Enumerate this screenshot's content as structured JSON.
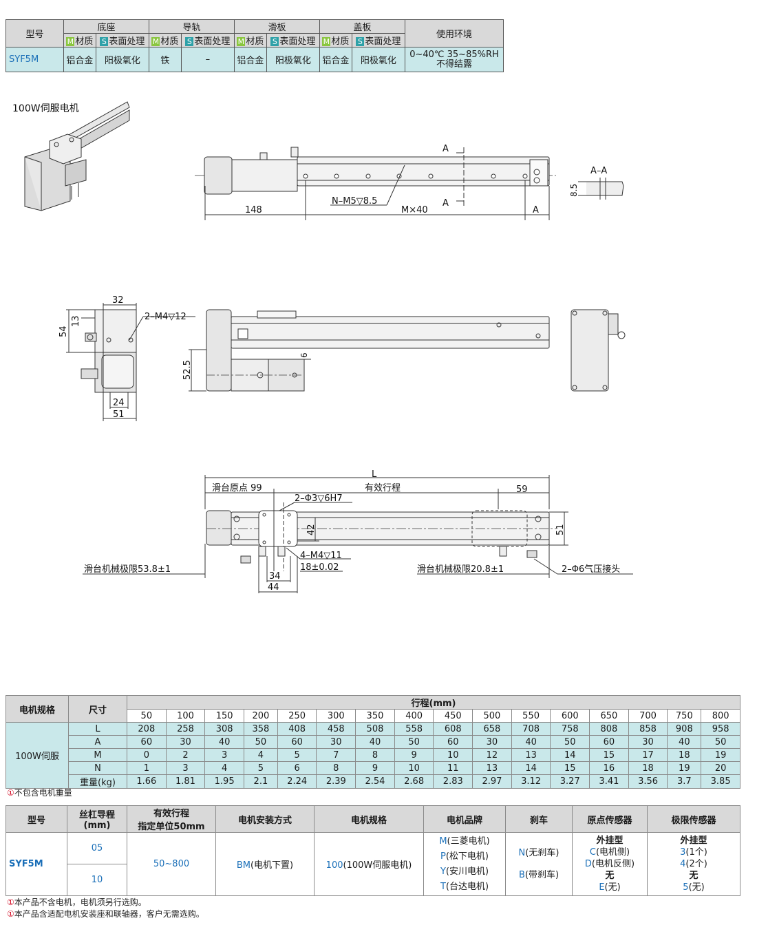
{
  "spec_table": {
    "col_model": "型号",
    "col_base": "底座",
    "col_rail": "导轨",
    "col_slider": "滑板",
    "col_cover": "盖板",
    "col_env": "使用环境",
    "badge_m": "M",
    "badge_s": "S",
    "sub_material": "材质",
    "sub_surface": "表面处理",
    "row": {
      "model": "SYF5M",
      "base_material": "铝合金",
      "base_surface": "阳极氧化",
      "rail_material": "铁",
      "rail_surface": "–",
      "slider_material": "铝合金",
      "slider_surface": "阳极氧化",
      "cover_material": "铝合金",
      "cover_surface": "阳极氧化",
      "env_line1": "0~40℃  35~85%RH",
      "env_line2": "不得结露"
    }
  },
  "drawing": {
    "title": "100W伺服电机",
    "view1": {
      "section_mark": "A",
      "section_label": "A–A",
      "dim_section": "8.5",
      "dim_148": "148",
      "dim_mx40": "M×40",
      "dim_a": "A",
      "hole_callout": "N–M5▽8.5"
    },
    "view2": {
      "dim_32": "32",
      "dim_13": "13",
      "dim_54": "54",
      "dim_24": "24",
      "dim_51": "51",
      "dim_52_5": "52.5",
      "dim_6": "6",
      "callout_m4": "2–M4▽12"
    },
    "view3": {
      "dim_l": "L",
      "origin_label": "滑台原点 99",
      "stroke_label": "有效行程",
      "dim_59": "59",
      "pin_callout": "2–Φ3▽6H7",
      "dim_42": "42",
      "dim_51": "51",
      "tap_callout": "4–M4▽11",
      "tol_callout": "18±0.02",
      "dim_34": "34",
      "dim_44": "44",
      "left_limit": "滑台机械极限53.8±1",
      "right_limit": "滑台机械极限20.8±1",
      "air_joint": "2–Φ6气压接头"
    }
  },
  "dim_table": {
    "col_motor": "电机规格",
    "col_size": "尺寸",
    "col_stroke": "行程(mm)",
    "strokes": [
      "50",
      "100",
      "150",
      "200",
      "250",
      "300",
      "350",
      "400",
      "450",
      "500",
      "550",
      "600",
      "650",
      "700",
      "750",
      "800"
    ],
    "motor": "100W伺服",
    "rows": [
      {
        "label": "L",
        "values": [
          "208",
          "258",
          "308",
          "358",
          "408",
          "458",
          "508",
          "558",
          "608",
          "658",
          "708",
          "758",
          "808",
          "858",
          "908",
          "958"
        ]
      },
      {
        "label": "A",
        "values": [
          "60",
          "30",
          "40",
          "50",
          "60",
          "30",
          "40",
          "50",
          "60",
          "30",
          "40",
          "50",
          "60",
          "30",
          "40",
          "50"
        ]
      },
      {
        "label": "M",
        "values": [
          "0",
          "2",
          "3",
          "4",
          "5",
          "7",
          "8",
          "9",
          "10",
          "12",
          "13",
          "14",
          "15",
          "17",
          "18",
          "19"
        ]
      },
      {
        "label": "N",
        "values": [
          "1",
          "3",
          "4",
          "5",
          "6",
          "8",
          "9",
          "10",
          "11",
          "13",
          "14",
          "15",
          "16",
          "18",
          "19",
          "20"
        ]
      },
      {
        "label": "重量(kg)",
        "values": [
          "1.66",
          "1.81",
          "1.95",
          "2.1",
          "2.24",
          "2.39",
          "2.54",
          "2.68",
          "2.83",
          "2.97",
          "3.12",
          "3.27",
          "3.41",
          "3.56",
          "3.7",
          "3.85"
        ]
      }
    ],
    "note": "不包含电机重量",
    "note_mark": "①"
  },
  "order_table": {
    "headers": {
      "model": "型号",
      "lead": "丝杠导程",
      "lead_unit": "(mm)",
      "stroke": "有效行程",
      "stroke_sub": "指定单位50mm",
      "mount": "电机安装方式",
      "motor": "电机规格",
      "brand": "电机品牌",
      "brake": "刹车",
      "origin": "原点传感器",
      "limit": "极限传感器"
    },
    "model": "SYF5M",
    "lead_1": "05",
    "lead_2": "10",
    "stroke": "50~800",
    "mount_code": "BM",
    "mount_text": "(电机下置)",
    "motor_code": "100",
    "motor_text": "(100W伺服电机)",
    "brands": [
      {
        "code": "M",
        "text": "(三菱电机)"
      },
      {
        "code": "P",
        "text": "(松下电机)"
      },
      {
        "code": "Y",
        "text": "(安川电机)"
      },
      {
        "code": "T",
        "text": "(台达电机)"
      }
    ],
    "brakes": [
      {
        "code": "N",
        "text": "(无刹车)"
      },
      {
        "code": "B",
        "text": "(带刹车)"
      }
    ],
    "origin_type": "外挂型",
    "origin_opts": [
      {
        "code": "C",
        "text": "(电机侧)"
      },
      {
        "code": "D",
        "text": "(电机反侧)"
      }
    ],
    "origin_none_label": "无",
    "origin_none": {
      "code": "E",
      "text": "(无)"
    },
    "limit_type": "外挂型",
    "limit_opts": [
      {
        "code": "3",
        "text": "(1个)"
      },
      {
        "code": "4",
        "text": "(2个)"
      }
    ],
    "limit_none_label": "无",
    "limit_none": {
      "code": "5",
      "text": "(无)"
    },
    "notes": [
      "本产品不含电机，电机须另行选购。",
      "本产品含适配电机安装座和联轴器，客户无需选购。"
    ],
    "note_mark": "①"
  }
}
